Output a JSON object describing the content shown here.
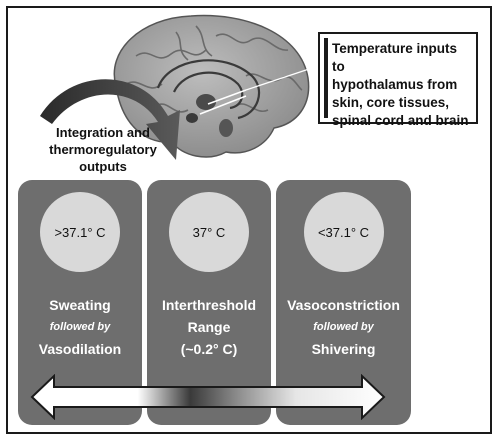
{
  "callout": {
    "lines": [
      "Temperature inputs to",
      "hypothalamus from",
      "skin, core tissues,",
      "spinal cord and brain"
    ]
  },
  "integration": {
    "lines": [
      "Integration and",
      "thermoregulatory",
      "outputs"
    ]
  },
  "panels": [
    {
      "temp": ">37.1° C",
      "line1": "Sweating",
      "line2": "followed by",
      "line3": "Vasodilation"
    },
    {
      "temp": "37° C",
      "line1": "Interthreshold",
      "line2": "Range",
      "line3": "(~0.2° C)"
    },
    {
      "temp": "<37.1° C",
      "line1": "Vasoconstriction",
      "line2": "followed by",
      "line3": "Shivering"
    }
  ],
  "colors": {
    "panel": "#6e6e6e",
    "circle": "#d9d9d9",
    "border": "#1a1a1a"
  }
}
